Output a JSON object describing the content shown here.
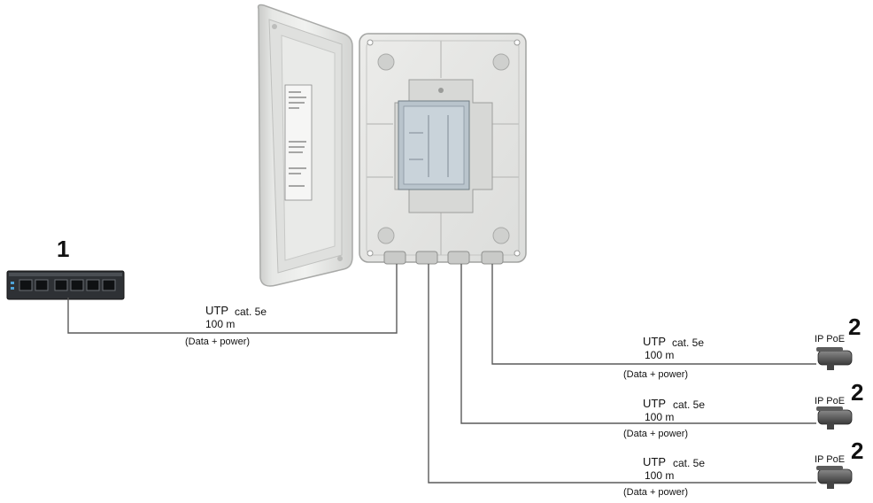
{
  "markers": {
    "switch": "1",
    "camera": "2"
  },
  "links": [
    {
      "id": "switch-link",
      "utp": "UTP",
      "cat": "cat. 5e",
      "length": "100 m",
      "payload": "(Data + power)"
    },
    {
      "id": "camera-link-1",
      "utp": "UTP",
      "cat": "cat. 5e",
      "length": "100 m",
      "payload": "(Data + power)"
    },
    {
      "id": "camera-link-2",
      "utp": "UTP",
      "cat": "cat. 5e",
      "length": "100 m",
      "payload": "(Data + power)"
    },
    {
      "id": "camera-link-3",
      "utp": "UTP",
      "cat": "cat. 5e",
      "length": "100 m",
      "payload": "(Data + power)"
    }
  ],
  "cameras": [
    {
      "label": "IP PoE"
    },
    {
      "label": "IP PoE"
    },
    {
      "label": "IP PoE"
    }
  ]
}
